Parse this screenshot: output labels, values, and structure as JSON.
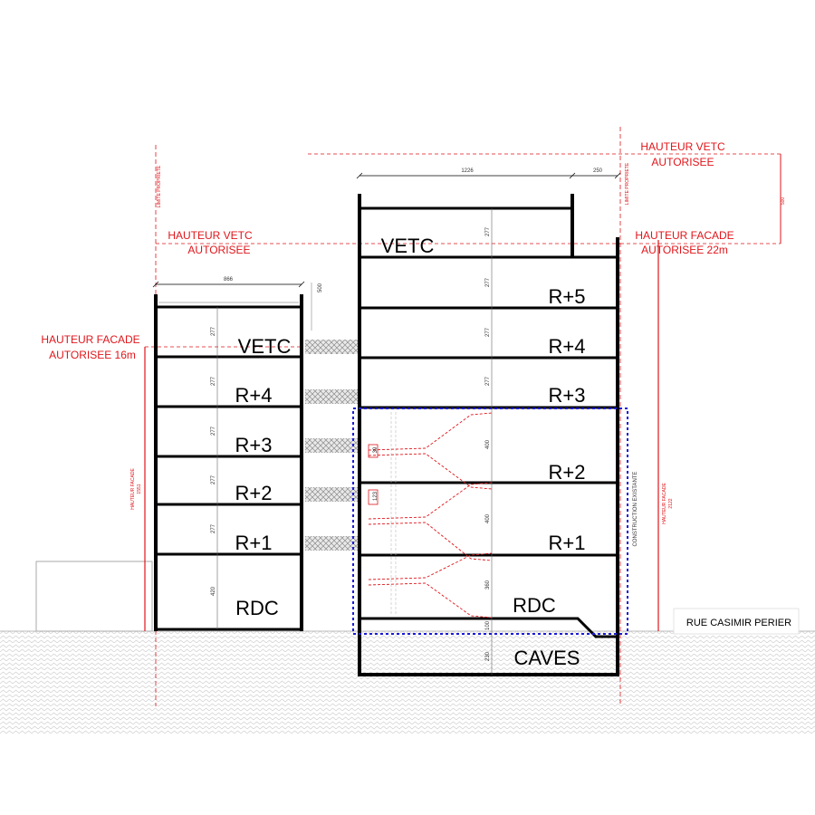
{
  "section": {
    "left_building": {
      "top_dimension": "866",
      "floors": [
        {
          "label": "VETC",
          "height": "277"
        },
        {
          "label": "R+4",
          "height": "277"
        },
        {
          "label": "R+3",
          "height": "277"
        },
        {
          "label": "R+2",
          "height": "277"
        },
        {
          "label": "R+1",
          "height": "277"
        },
        {
          "label": "RDC",
          "height": "420"
        }
      ],
      "facade_label": "HAUTEUR FACADE",
      "facade_value": "1551",
      "limit_label": "LIMITE PROPRIETE"
    },
    "right_building": {
      "top_dimension": "1226",
      "side_dimension": "250",
      "floors": [
        {
          "label": "VETC",
          "height": "277"
        },
        {
          "label": "R+5",
          "height": "277"
        },
        {
          "label": "R+4",
          "height": "277"
        },
        {
          "label": "R+3",
          "height": "277"
        },
        {
          "label": "R+2",
          "height": "400"
        },
        {
          "label": "R+1",
          "height": "400"
        },
        {
          "label": "RDC",
          "height": "360"
        },
        {
          "label": "CAVES",
          "height": "230"
        }
      ],
      "rdc_step": "100",
      "facade_label": "HAUTEUR FACADE",
      "facade_value": "2122",
      "limit_label": "LIMITE PROPRIETE",
      "existing_label": "CONSTRUCTION EXISTANTE"
    },
    "annotations": {
      "vetc_left_1": "HAUTEUR VETC",
      "vetc_left_2": "AUTORISEE",
      "vetc_right_1": "HAUTEUR VETC",
      "vetc_right_2": "AUTORISEE",
      "vetc_right_dim": "500",
      "facade16_1": "HAUTEUR FACADE",
      "facade16_2": "AUTORISEE 16m",
      "facade22_1": "HAUTEUR FACADE",
      "facade22_2": "AUTORISEE 22m",
      "gap_dim": "500",
      "small_dim_1": "39",
      "small_dim_2": "123",
      "street": "RUE CASIMIR PERIER"
    },
    "colors": {
      "red": "#e0161b",
      "blue": "#1a1ad6",
      "black": "#000000"
    }
  }
}
